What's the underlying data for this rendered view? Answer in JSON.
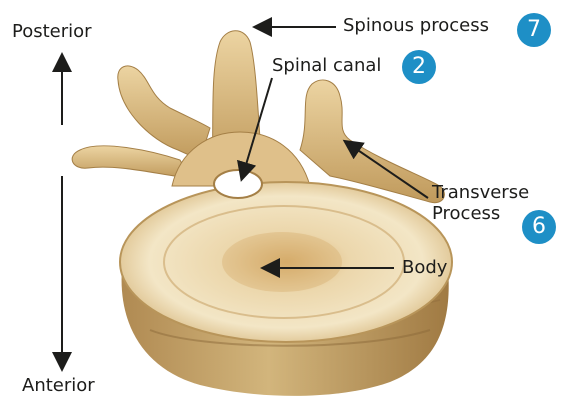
{
  "labels": {
    "posterior": "Posterior",
    "anterior": "Anterior",
    "spinous_process": "Spinous process",
    "spinal_canal": "Spinal canal",
    "transverse_line1": "Transverse",
    "transverse_line2": "Process",
    "body": "Body"
  },
  "badges": {
    "spinous_process": "7",
    "spinal_canal": "2",
    "transverse_process": "6"
  },
  "colors": {
    "badge": "#1e8fc6",
    "bone": "#e2c58f",
    "bone_shadow": "#b48c4e",
    "text": "#1d1d1b"
  }
}
